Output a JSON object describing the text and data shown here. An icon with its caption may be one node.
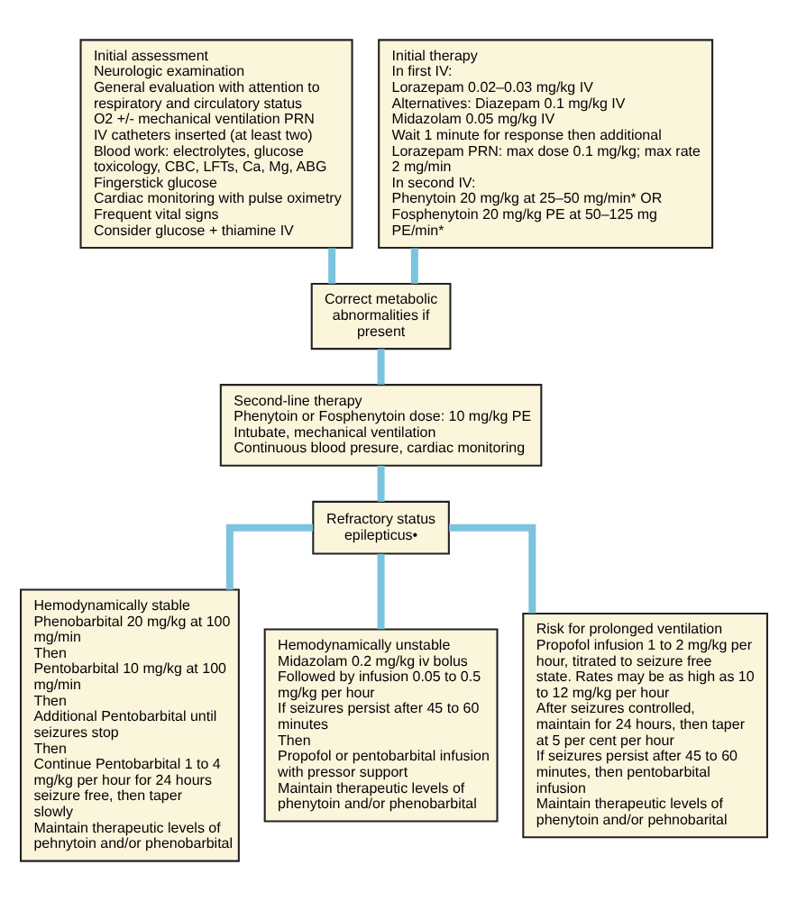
{
  "diagram": {
    "nodes": [
      {
        "text": [
          "Initial assessment",
          "Neurologic examination",
          "General evaluation with attention to respiratory and circulatory status",
          "O2 +/- mechanical ventilation PRN",
          "IV catheters inserted (at least two)",
          "Blood work: electrolytes, glucose toxicology, CBC, LFTs, Ca, Mg, ABG",
          "Fingerstick glucose",
          "Cardiac monitoring with pulse oximetry",
          "Frequent vital signs",
          "Consider glucose + thiamine IV"
        ]
      },
      {
        "text": [
          "Initial therapy",
          "In first IV:",
          "Lorazepam 0.02–0.03 mg/kg IV",
          "Alternatives: Diazepam 0.1 mg/kg IV",
          "Midazolam 0.05 mg/kg IV",
          "Wait 1 minute for response then additional Lorazepam PRN: max dose 0.1 mg/kg; max rate 2 mg/min",
          "In second IV:",
          "Phenytoin 20 mg/kg at 25–50 mg/min* OR",
          "Fosphenytoin 20 mg/kg PE at 50–125 mg PE/min*"
        ]
      },
      {
        "text": [
          "Correct metabolic abnormalities if present"
        ]
      },
      {
        "text": [
          "Second-line therapy",
          "Phenytoin or Fosphenytoin dose: 10 mg/kg PE",
          "Intubate, mechanical ventilation",
          "Continuous blood presure, cardiac monitoring"
        ]
      },
      {
        "text": [
          "Refractory status epilepticus•"
        ]
      },
      {
        "text": [
          "Hemodynamically stable",
          "Phenobarbital 20 mg/kg at 100 mg/min",
          "Then",
          "Pentobarbital 10 mg/kg at 100 mg/min",
          "Then",
          "Additional Pentobarbital until seizures stop",
          "Then",
          "Continue Pentobarbital 1 to 4 mg/kg per hour for 24 hours seizure free, then taper slowly",
          "Maintain therapeutic levels of pehnytoin and/or phenobarbital"
        ]
      },
      {
        "text": [
          "Hemodynamically unstable",
          "Midazolam 0.2 mg/kg iv bolus",
          "Followed by infusion 0.05 to 0.5 mg/kg per hour",
          "If seizures persist after 45 to 60 minutes",
          "Then",
          "Propofol or pentobarbital infusion with pressor support",
          "Maintain therapeutic levels of phenytoin and/or phenobarbital"
        ]
      },
      {
        "text": [
          "Risk for prolonged ventilation",
          "Propofol infusion 1 to 2 mg/kg per hour, titrated to seizure free state. Rates may be as high as 10 to 12 mg/kg per hour",
          "After seizures controlled, maintain for 24 hours, then taper at 5 per cent per hour",
          "If seizures persist after 45 to 60 minutes, then pentobarbital infusion",
          "Maintain therapeutic levels of phenytoin and/or pehnobarital"
        ]
      }
    ],
    "edges": [
      {
        "from": 0,
        "to": 2,
        "arrow": "none"
      },
      {
        "from": 1,
        "to": 2,
        "arrow": "none"
      },
      {
        "from": 2,
        "to": 3,
        "arrow": "none"
      },
      {
        "from": 3,
        "to": 4,
        "arrow": "none"
      },
      {
        "from": 4,
        "to": 5,
        "arrow": "none"
      },
      {
        "from": 4,
        "to": 6,
        "arrow": "none"
      },
      {
        "from": 4,
        "to": 7,
        "arrow": "none"
      }
    ]
  }
}
